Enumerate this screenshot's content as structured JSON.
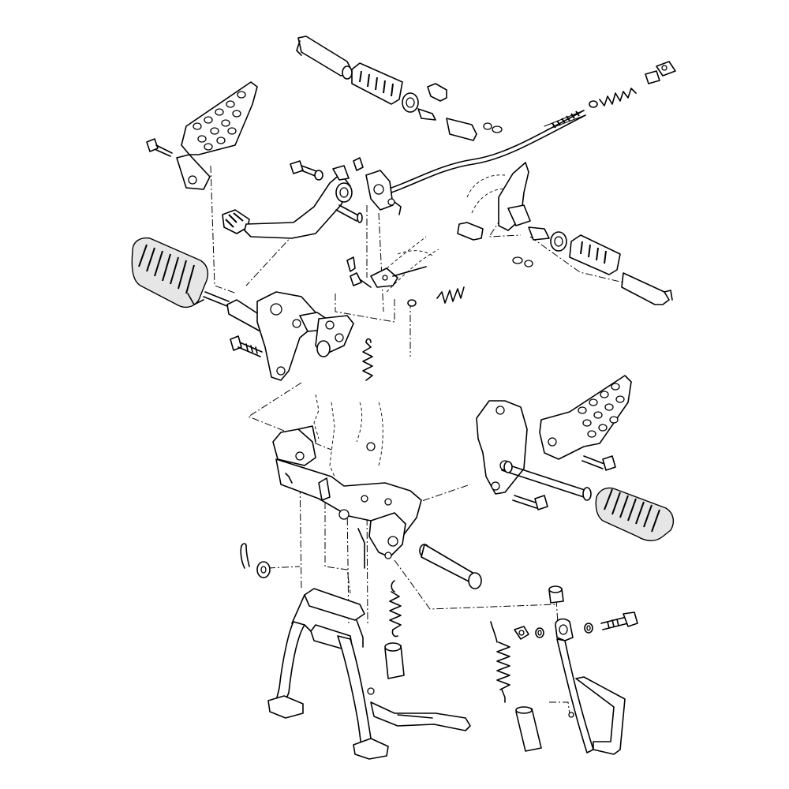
{
  "diagram": {
    "parts": [
      "rider-footrest-bracket-left",
      "rider-footrest-left",
      "brake-pedal",
      "brake-rod",
      "brake-pedal-spring",
      "passenger-footrest-bracket-left",
      "passenger-footrest-left",
      "passenger-footrest-right",
      "rider-footrest-bracket-right",
      "rider-footrest-right",
      "main-stand",
      "main-stand-shaft",
      "main-stand-spring",
      "side-stand",
      "side-stand-spring",
      "side-stand-bolt",
      "frame-section"
    ],
    "labels": []
  }
}
